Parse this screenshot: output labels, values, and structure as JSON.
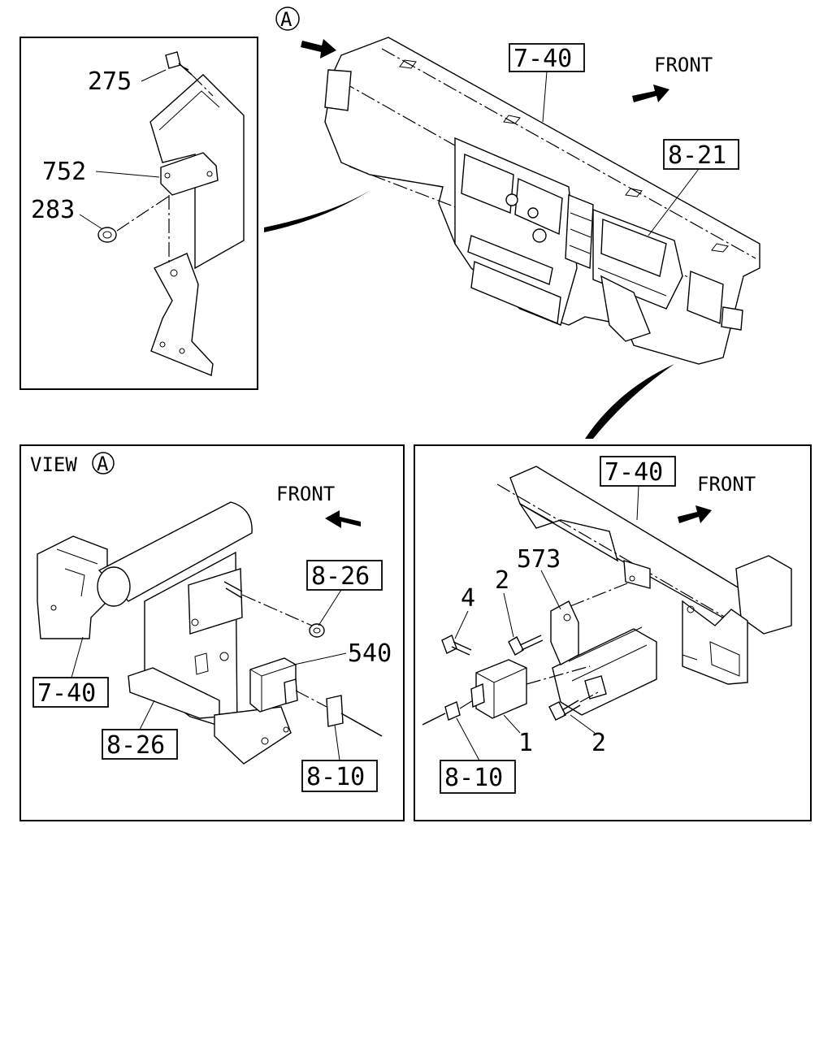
{
  "top_view": {
    "view_marker": "A",
    "front_label": "FRONT",
    "refs": {
      "dash_panel": "7-40",
      "instrument_panel": "8-21"
    }
  },
  "detail_top_left": {
    "parts": {
      "bolt": "275",
      "bracket": "752",
      "nut": "283"
    }
  },
  "detail_view_a": {
    "title": "VIEW",
    "marker": "A",
    "front_label": "FRONT",
    "refs": {
      "frame": "7-40",
      "bracket_top": "8-26",
      "bracket_bottom": "8-26",
      "harness": "8-10"
    },
    "parts": {
      "relay": "540"
    }
  },
  "detail_bottom_right": {
    "front_label": "FRONT",
    "refs": {
      "frame": "7-40",
      "harness": "8-10"
    },
    "parts": {
      "bracket": "573",
      "bolt_upper": "2",
      "screw": "4",
      "unit": "1",
      "bolt_lower": "2"
    }
  }
}
